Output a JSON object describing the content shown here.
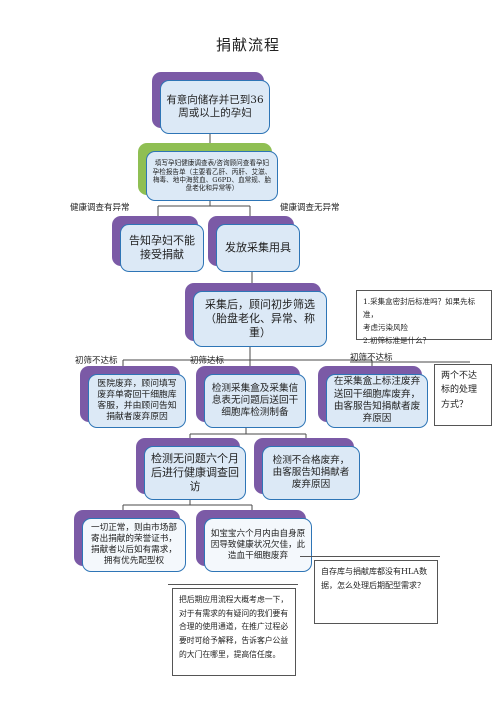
{
  "title": "捐献流程",
  "nodes": {
    "n1": "有意向储存并已到36周或以上的孕妇",
    "n2": "填写孕妇健康调查表/咨询顾问查看孕妇孕检报告单（主要看乙肝、丙肝、艾滋、梅毒、地中海贫血、G6PD、血常规、胎盘老化和异常等）",
    "n3": "告知孕妇不能接受捐献",
    "n4": "发放采集用具",
    "n5": "采集后，顾问初步筛选（胎盘老化、异常、称重）",
    "n6": "医院废弃，顾问填写废弃单寄回干细胞库客服，并由顾问告知捐献者废弃原因",
    "n7": "检测采集盒及采集信息表无问题后送回干细胞库检测制备",
    "n8": "在采集盒上标注废弃送回干细胞库废弃，由客服告知捐献者废弃原因",
    "n9": "检测无问题六个月后进行健康调查回访",
    "n10": "检测不合格废弃，由客服告知捐献者废弃原因",
    "n11": "一切正常，则由市场部寄出捐献的荣誉证书，捐献者以后如有需求，拥有优先配型权",
    "n12": "如宝宝六个月内由自身原因导致健康状况欠佳，此造血干细胞废弃"
  },
  "labels": {
    "abnormal": "健康调查有异常",
    "normal": "健康调查无异常",
    "fail": "初筛不达标",
    "pass": "初筛达标",
    "fail2": "初筛不达标"
  },
  "notes": {
    "q1": [
      "1.采集盒密封后标准吗？如果先标准，",
      "考虑污染风险",
      "2.初筛标准是什么？"
    ],
    "q2": "两个不达标的处理方式？",
    "q3": "自存库与捐献库都没有HLA数据，怎么处理后期配型需求？",
    "q4": "把后期应用流程大概考虑一下，对于有需求的有疑问的我们要有合理的使用通道，在推广过程必要时可给予解释，告诉客户公益的大门在哪里，提高信任度。"
  },
  "colors": {
    "purple": "#7b5aa6",
    "green": "#8fbf53",
    "blue_border": "#2e75b6",
    "line": "#4a4a4a"
  }
}
